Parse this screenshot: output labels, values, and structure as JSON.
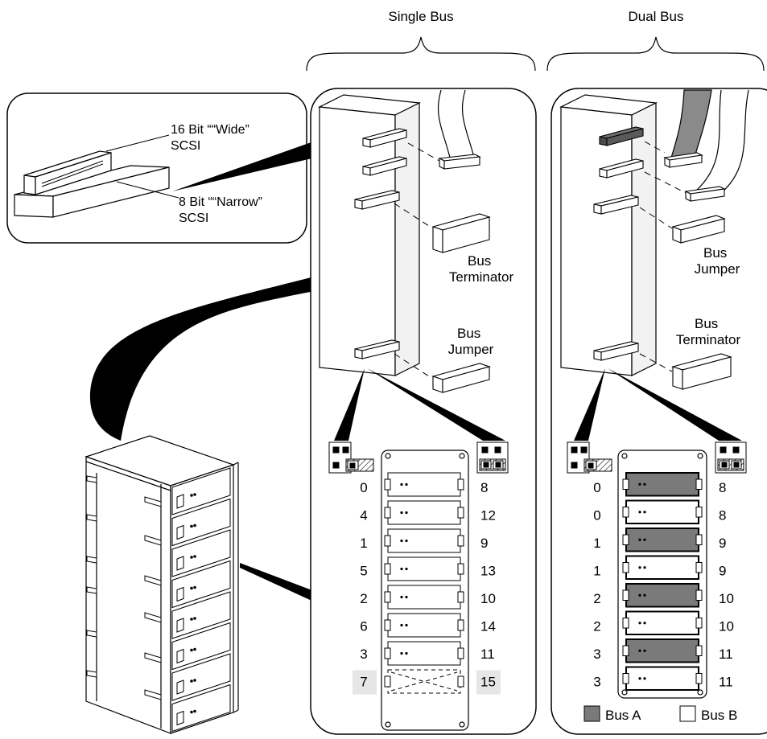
{
  "headers": {
    "single_bus": "Single Bus",
    "dual_bus": "Dual Bus"
  },
  "callout": {
    "wide_line1": "16 Bit ““Wide”",
    "wide_line2": "SCSI",
    "narrow_line1": "8 Bit ““Narrow”",
    "narrow_line2": "SCSI"
  },
  "single": {
    "terminator_line1": "Bus",
    "terminator_line2": "Terminator",
    "jumper_line1": "Bus",
    "jumper_line2": "Jumper",
    "left_ids": [
      "0",
      "4",
      "1",
      "5",
      "2",
      "6",
      "3",
      "7"
    ],
    "right_ids": [
      "8",
      "12",
      "9",
      "13",
      "10",
      "14",
      "11",
      "15"
    ],
    "empty_slot_index": 7
  },
  "dual": {
    "jumper_line1": "Bus",
    "jumper_line2": "Jumper",
    "terminator_line1": "Bus",
    "terminator_line2": "Terminator",
    "left_ids": [
      "0",
      "0",
      "1",
      "1",
      "2",
      "2",
      "3",
      "3"
    ],
    "right_ids": [
      "8",
      "8",
      "9",
      "9",
      "10",
      "10",
      "11",
      "11"
    ],
    "bus_a_rows": [
      0,
      2,
      4,
      6
    ]
  },
  "legend": {
    "bus_a": "Bus A",
    "bus_b": "Bus B"
  },
  "colors": {
    "bus_a_fill": "#7a7a7a",
    "bus_b_fill": "#ffffff",
    "empty_id_bg": "#e6e6e6"
  }
}
